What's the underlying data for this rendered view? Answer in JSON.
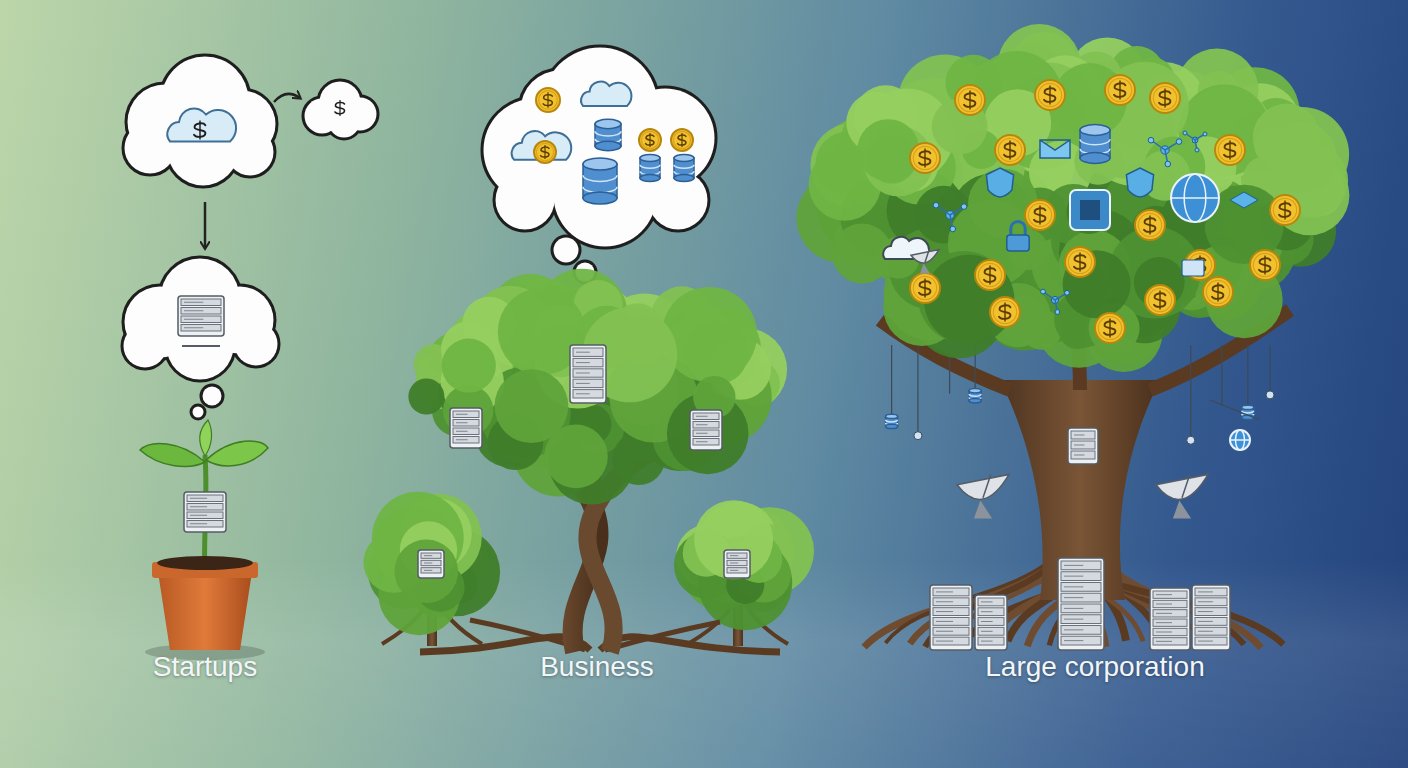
{
  "diagram": {
    "labels": [
      "Startups",
      "Business",
      "Large corporation"
    ]
  }
}
